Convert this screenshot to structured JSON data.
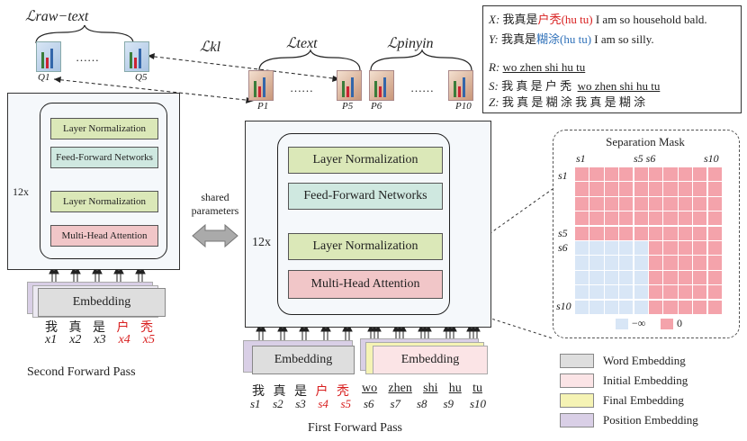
{
  "loss": {
    "raw_text": "ℒraw−text",
    "kl": "ℒkl",
    "text": "ℒtext",
    "pinyin": "ℒpinyin",
    "dots": "……"
  },
  "q_labels": [
    "Q1",
    "Q5"
  ],
  "p_labels": [
    "P1",
    "P5",
    "P6",
    "P10"
  ],
  "example": {
    "x_prefix": "X:",
    "x_zh": "我真是",
    "x_red": "户秃",
    "x_red_pinyin": "(hu tu)",
    "x_en": "I am so household bald.",
    "y_prefix": "Y:",
    "y_zh": "我真是",
    "y_blue": "糊涂",
    "y_blue_pinyin": "(hu tu)",
    "y_en": "I am so silly.",
    "r_prefix": "R:",
    "r_text": "wo zhen shi hu tu",
    "s_prefix": "S:",
    "s_zh": "我 真 是 户 秃",
    "s_pinyin": "wo zhen shi hu tu",
    "z_prefix": "Z:",
    "z_text": "我 真 是 糊 涂 我 真 是 糊 涂"
  },
  "left_encoder": {
    "repeat": "12x",
    "blocks": [
      "Layer Normalization",
      "Feed-Forward Networks",
      "Layer Normalization",
      "Multi-Head Attention"
    ],
    "embedding": "Embedding",
    "tokens_zh": [
      "我",
      "真",
      "是",
      "户",
      "秃"
    ],
    "tokens_x": [
      "x1",
      "x2",
      "x3",
      "x4",
      "x5"
    ],
    "caption": "Second Forward Pass"
  },
  "shared": {
    "line1": "shared",
    "line2": "parameters"
  },
  "right_encoder": {
    "repeat": "12x",
    "blocks": [
      "Layer Normalization",
      "Feed-Forward Networks",
      "Layer Normalization",
      "Multi-Head Attention"
    ],
    "embedding_left": "Embedding",
    "embedding_right": "Embedding",
    "tokens_zh": [
      "我",
      "真",
      "是",
      "户",
      "秃"
    ],
    "tokens_s_left": [
      "s1",
      "s2",
      "s3",
      "s4",
      "s5"
    ],
    "tokens_py": [
      "wo",
      "zhen",
      "shi",
      "hu",
      "tu"
    ],
    "tokens_s_right": [
      "s6",
      "s7",
      "s8",
      "s9",
      "s10"
    ],
    "caption": "First Forward Pass"
  },
  "mask": {
    "title": "Separation Mask",
    "top_labels": [
      "s1",
      "s5 s6",
      "s10"
    ],
    "side_labels": [
      "s1",
      "s5",
      "s6",
      "s10"
    ],
    "legend_neg": "−∞",
    "legend_zero": "0",
    "colors": {
      "pink": "#f4a3ab",
      "blue": "#d8e6f6"
    }
  },
  "legend": [
    {
      "label": "Word Embedding",
      "color": "#dedede"
    },
    {
      "label": "Initial Embedding",
      "color": "#fbe4e6"
    },
    {
      "label": "Final Embedding",
      "color": "#f5f3b4"
    },
    {
      "label": "Position Embedding",
      "color": "#d9cfe6"
    }
  ]
}
